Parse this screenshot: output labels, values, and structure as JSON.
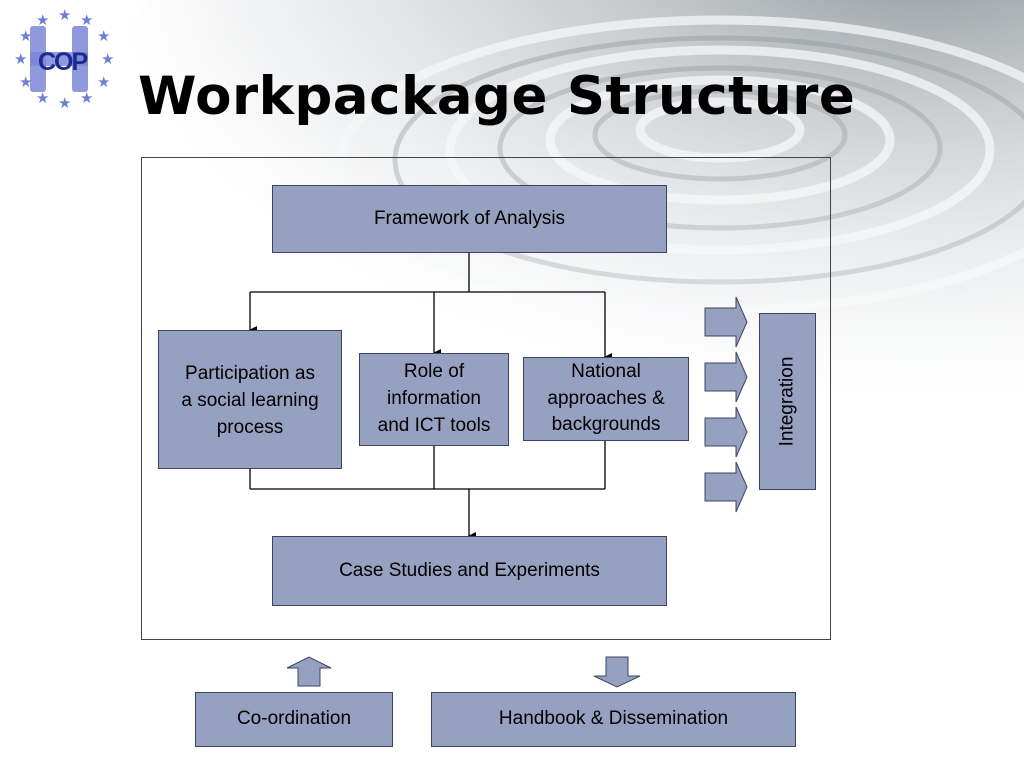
{
  "title": "Workpackage Structure",
  "logo": {
    "text": "COP",
    "star_color": "#6f7fd6",
    "h_color": "#7d86d8"
  },
  "diagram": {
    "framework": "Framework of Analysis",
    "participation": "Participation as\na social learning\nprocess",
    "role": "Role of\ninformation\nand ICT tools",
    "national": "National\napproaches &\nbackgrounds",
    "integration": "Integration",
    "case_studies": "Case Studies and Experiments",
    "coordination": "Co-ordination",
    "handbook": "Handbook & Dissemination"
  },
  "colors": {
    "box_fill": "#96a0c0",
    "box_border": "#3c4464",
    "line": "#000000"
  }
}
